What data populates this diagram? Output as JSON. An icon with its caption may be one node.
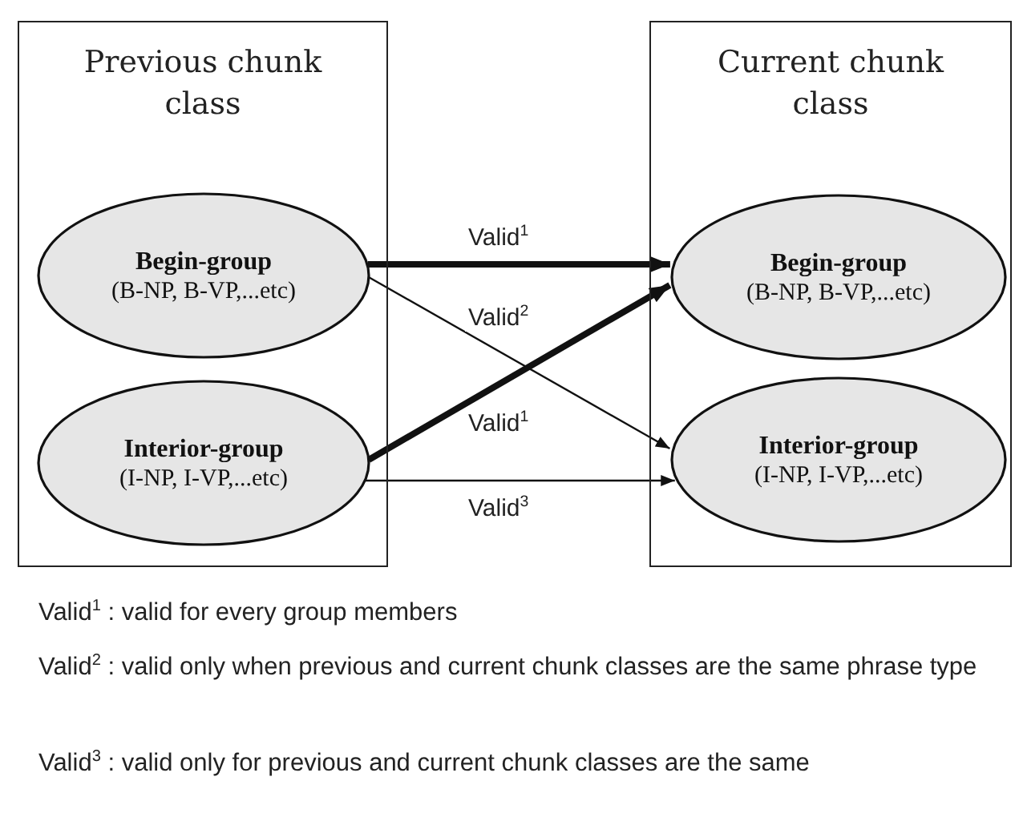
{
  "diagram": {
    "nodes": [
      {
        "text": [
          "Previous chunk class"
        ]
      },
      {
        "text": [
          "Begin-group",
          "(B-NP, B-VP,...etc)"
        ],
        "in": 0
      },
      {
        "text": [
          "Interior-group",
          "(I-NP, I-VP,...etc)"
        ],
        "in": 0
      },
      {
        "text": [
          "Current chunk class"
        ]
      },
      {
        "text": [
          "Begin-group",
          "(B-NP, B-VP,...etc)"
        ],
        "in": 3
      },
      {
        "text": [
          "Interior-group",
          "(I-NP, I-VP,...etc)"
        ],
        "in": 3
      }
    ],
    "edges": [
      {
        "from": 1,
        "to": 4,
        "arrow": "to",
        "label": "Valid$^{1}$",
        "style": "thick"
      },
      {
        "from": 1,
        "to": 5,
        "arrow": "to",
        "label": "Valid$^{2}$"
      },
      {
        "from": 2,
        "to": 4,
        "arrow": "to",
        "label": "Valid$^{1}$",
        "style": "thick"
      },
      {
        "from": 2,
        "to": 5,
        "arrow": "to",
        "label": "Valid$^{3}$"
      }
    ],
    "labels": [
      "Valid$^{1}$ : valid for every group members",
      "Valid$^{2}$ : valid only when previous and current chunk classes are the same phrase type",
      "Valid$^{3}$ : valid only for previous and current chunk classes are the same"
    ]
  }
}
